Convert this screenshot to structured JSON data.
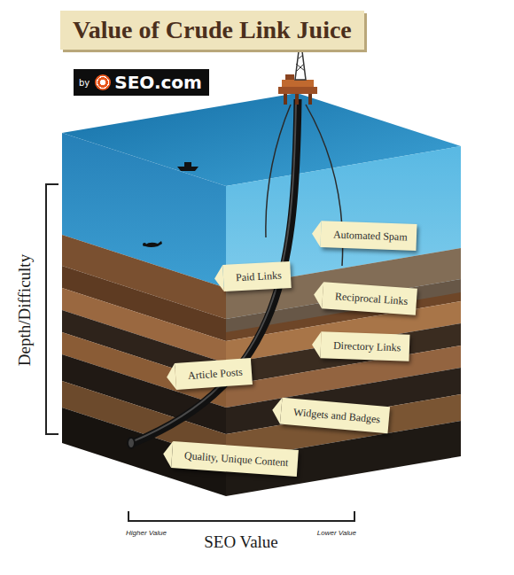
{
  "diagram": {
    "title": "Value of Crude Link Juice",
    "nodes": [
      {
        "text": [
          "by",
          "SEO.com"
        ]
      },
      {
        "text": [
          "Automated Spam"
        ]
      },
      {
        "text": [
          "Paid Links"
        ]
      },
      {
        "text": [
          "Reciprocal Links"
        ]
      },
      {
        "text": [
          "Directory Links"
        ]
      },
      {
        "text": [
          "Article Posts"
        ]
      },
      {
        "text": [
          "Widgets and Badges"
        ]
      },
      {
        "text": [
          "Quality, Unique Content"
        ]
      }
    ],
    "labels": [
      "Depth/Difficulty",
      "Higher Value",
      "SEO Value",
      "Lower Value"
    ]
  }
}
